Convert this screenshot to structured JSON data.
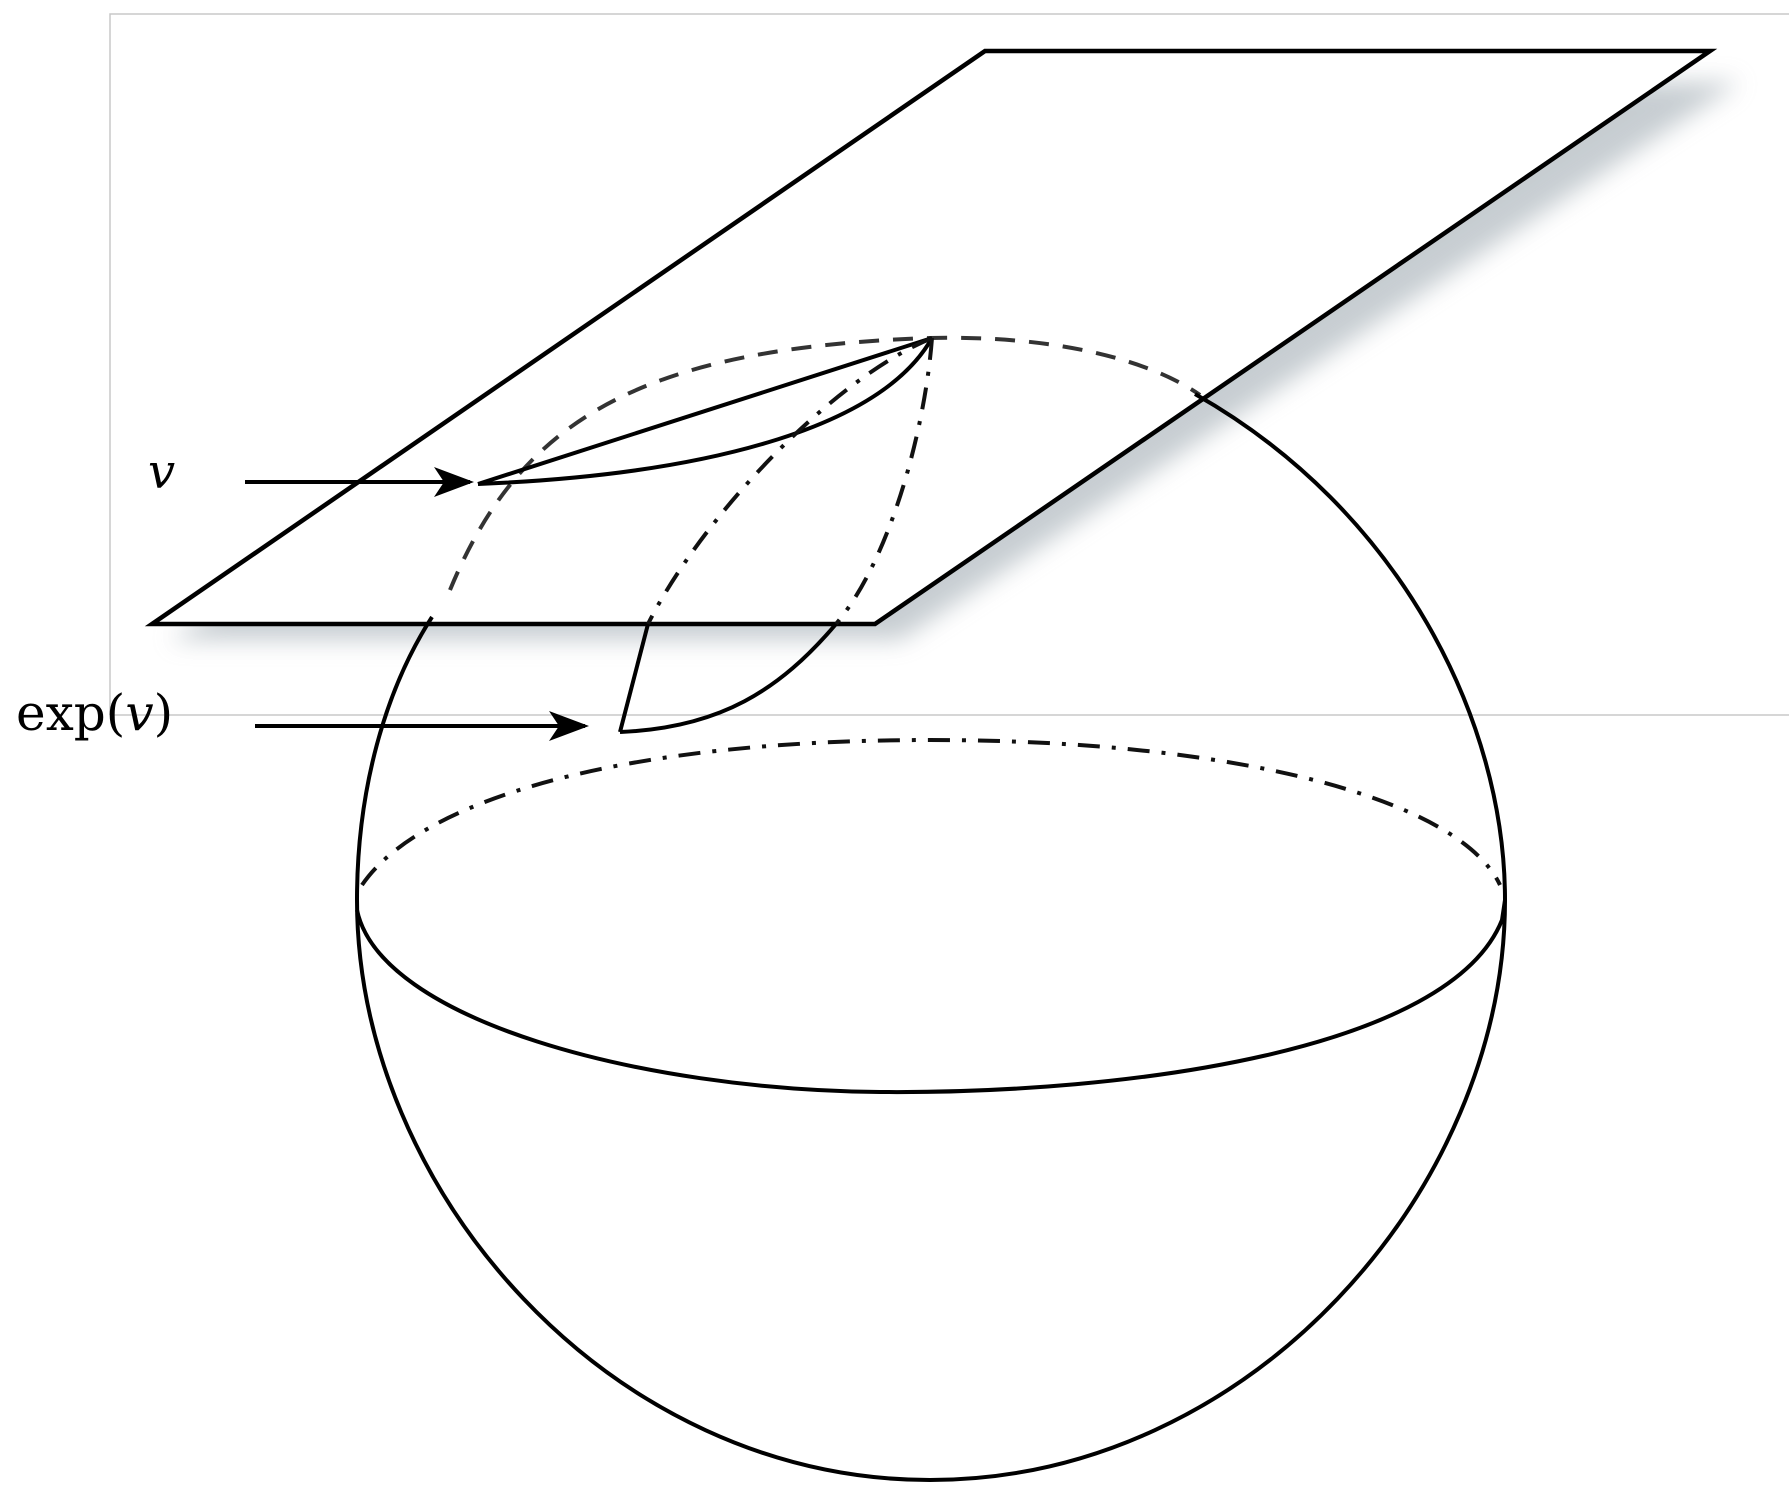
{
  "labels": {
    "tangent_vector": "v",
    "exp_prefix": "exp(",
    "exp_variable": "v",
    "exp_suffix": ")"
  },
  "colors": {
    "stroke": "#000000",
    "plane_shadow": "#9aa5ad",
    "background": "#ffffff"
  }
}
